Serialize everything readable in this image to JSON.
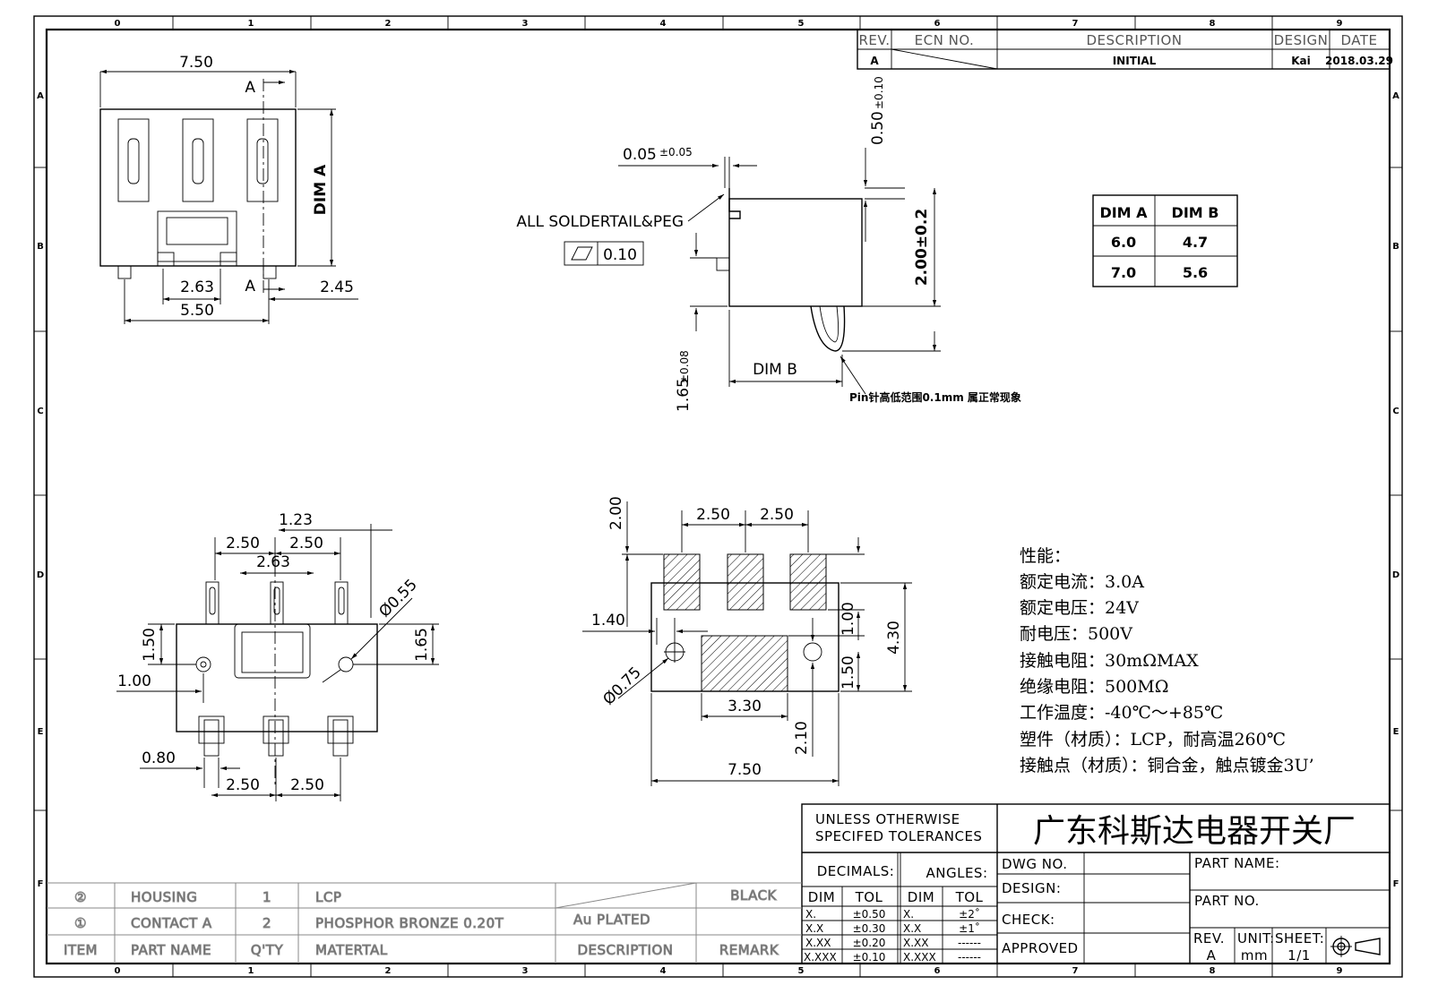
{
  "grid": {
    "cols": [
      "0",
      "1",
      "2",
      "3",
      "4",
      "5",
      "6",
      "7",
      "8",
      "9"
    ],
    "rows": [
      "A",
      "B",
      "C",
      "D",
      "E",
      "F"
    ]
  },
  "revision": {
    "headers": {
      "rev": "REV.",
      "ecn": "ECN  NO.",
      "desc": "DESCRIPTION",
      "design": "DESIGN",
      "date": "DATE"
    },
    "row": {
      "rev": "A",
      "desc": "INITIAL",
      "design": "Kai",
      "date": "2018.03.29"
    }
  },
  "top_view": {
    "width": "7.50",
    "dim_a": "DIM  A",
    "pitch": "2.63",
    "offset": "2.45",
    "span": "5.50",
    "section_top": "A",
    "section_bottom": "A"
  },
  "side_view": {
    "peg": "0.05",
    "peg_tol": "±0.05",
    "note": "ALL  SOLDERTAIL&PEG",
    "flatness": "0.10",
    "top_gap": "0.50",
    "top_gap_tol": "±0.10",
    "height": "2.00±0.2",
    "pin_len": "1.65",
    "pin_len_tol": "±0.08",
    "dim_b": "DIM  B",
    "pin_note": "Pin针高低范围0.1mm   属正常现象"
  },
  "dim_table": {
    "headers": [
      "DIM  A",
      "DIM  B"
    ],
    "rows": [
      [
        "6.0",
        "4.7"
      ],
      [
        "7.0",
        "5.6"
      ]
    ]
  },
  "bottom_left": {
    "d1": "1.23",
    "d2": "2.50",
    "d3": "2.50",
    "d4": "2.63",
    "dia": "Ø0.55",
    "d6": "1.50",
    "d7": "1.65",
    "d8": "1.00",
    "d9": "0.80",
    "d10": "2.50",
    "d11": "2.50"
  },
  "pcb_layout": {
    "top": "2.00",
    "pitch1": "2.50",
    "pitch2": "2.50",
    "w140": "1.40",
    "h100": "1.00",
    "h430": "4.30",
    "h150": "1.50",
    "dia": "Ø0.75",
    "w330": "3.30",
    "h210": "2.10",
    "w750": "7.50"
  },
  "specs": [
    "性能：",
    "额定电流：3.0A",
    "额定电压：24V",
    "耐电压：500V",
    "接触电阻：30mΩMAX",
    "绝缘电阻：500MΩ",
    "工作温度：-40℃～+85℃",
    "塑件（材质）：LCP，耐高温260℃",
    "接触点（材质）：铜合金，触点镀金3U’"
  ],
  "title_block": {
    "tol_line1": "UNLESS  OTHERWISE",
    "tol_line2": "SPECIFED  TOLERANCES",
    "company": "广东科斯达电器开关厂",
    "decimals": "DECIMALS:",
    "angles": "ANGLES:",
    "dim": "DIM",
    "tol": "TOL",
    "dec_rows": [
      [
        "X.",
        "±0.50"
      ],
      [
        "X.X",
        "±0.30"
      ],
      [
        "X.XX",
        "±0.20"
      ],
      [
        "X.XXX",
        "±0.10"
      ]
    ],
    "ang_rows": [
      [
        "X.",
        "±2˚"
      ],
      [
        "X.X",
        "±1˚"
      ],
      [
        "X.XX",
        "------"
      ],
      [
        "X.XXX",
        "------"
      ]
    ],
    "dwg_no": "DWG  NO.",
    "design": "DESIGN:",
    "check": "CHECK:",
    "approved": "APPROVED",
    "part_name": "PART  NAME:",
    "part_no": "PART  NO.",
    "rev_label": "REV.",
    "rev_val": "A",
    "unit_label": "UNIT:",
    "unit_val": "mm",
    "sheet_label": "SHEET:",
    "sheet_val": "1/1"
  },
  "bom": {
    "rows": [
      {
        "item": "②",
        "name": "HOUSING",
        "qty": "1",
        "material": "LCP",
        "description": "",
        "remark": "BLACK"
      },
      {
        "item": "①",
        "name": "CONTACT  A",
        "qty": "2",
        "material": "PHOSPHOR  BRONZE  0.20T",
        "description": "Au  PLATED",
        "remark": ""
      }
    ],
    "headers": {
      "item": "ITEM",
      "name": "PART  NAME",
      "qty": "Q'TY",
      "material": "MATERTAL",
      "description": "DESCRIPTION",
      "remark": "REMARK"
    }
  }
}
